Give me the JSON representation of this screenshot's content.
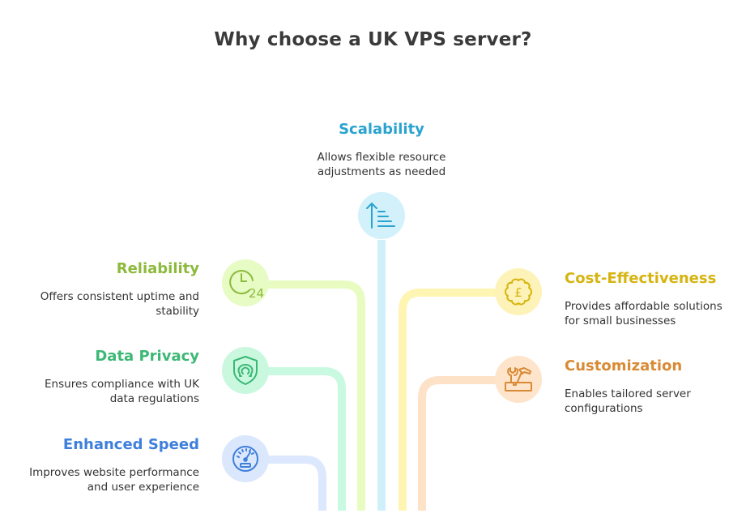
{
  "title": "Why choose a UK VPS server?",
  "items": [
    {
      "id": "scalability",
      "label": "Scalability",
      "description_lines": [
        "Allows flexible resource",
        "adjustments as needed"
      ],
      "icon": "scale-up-bars-icon",
      "accent": "#2aa3cf",
      "circle": "#d3f1fb",
      "line": "#cff0fb"
    },
    {
      "id": "reliability",
      "label": "Reliability",
      "description_lines": [
        "Offers consistent uptime and",
        "stability"
      ],
      "icon": "clock-24-icon",
      "accent": "#8dba3c",
      "circle": "#e7fbc4",
      "line": "#e8fcc2"
    },
    {
      "id": "data-privacy",
      "label": "Data Privacy",
      "description_lines": [
        "Ensures compliance with UK",
        "data regulations"
      ],
      "icon": "shield-privacy-icon",
      "accent": "#3cb875",
      "circle": "#c9f8df",
      "line": "#c9fae1"
    },
    {
      "id": "enhanced-speed",
      "label": "Enhanced Speed",
      "description_lines": [
        "Improves website performance",
        "and user experience"
      ],
      "icon": "speedometer-icon",
      "accent": "#3f7fdc",
      "circle": "#dbe7fc",
      "line": "#dce8fd"
    },
    {
      "id": "cost-effectiveness",
      "label": "Cost-Effectiveness",
      "description_lines": [
        "Provides affordable solutions",
        "for small businesses"
      ],
      "icon": "pound-badge-icon",
      "accent": "#d6b410",
      "circle": "#fdf3b8",
      "line": "#fef5b3"
    },
    {
      "id": "customization",
      "label": "Customization",
      "description_lines": [
        "Enables tailored server",
        "configurations"
      ],
      "icon": "toolbox-icon",
      "accent": "#d98a35",
      "circle": "#fde4cb",
      "line": "#fde2c8"
    }
  ]
}
